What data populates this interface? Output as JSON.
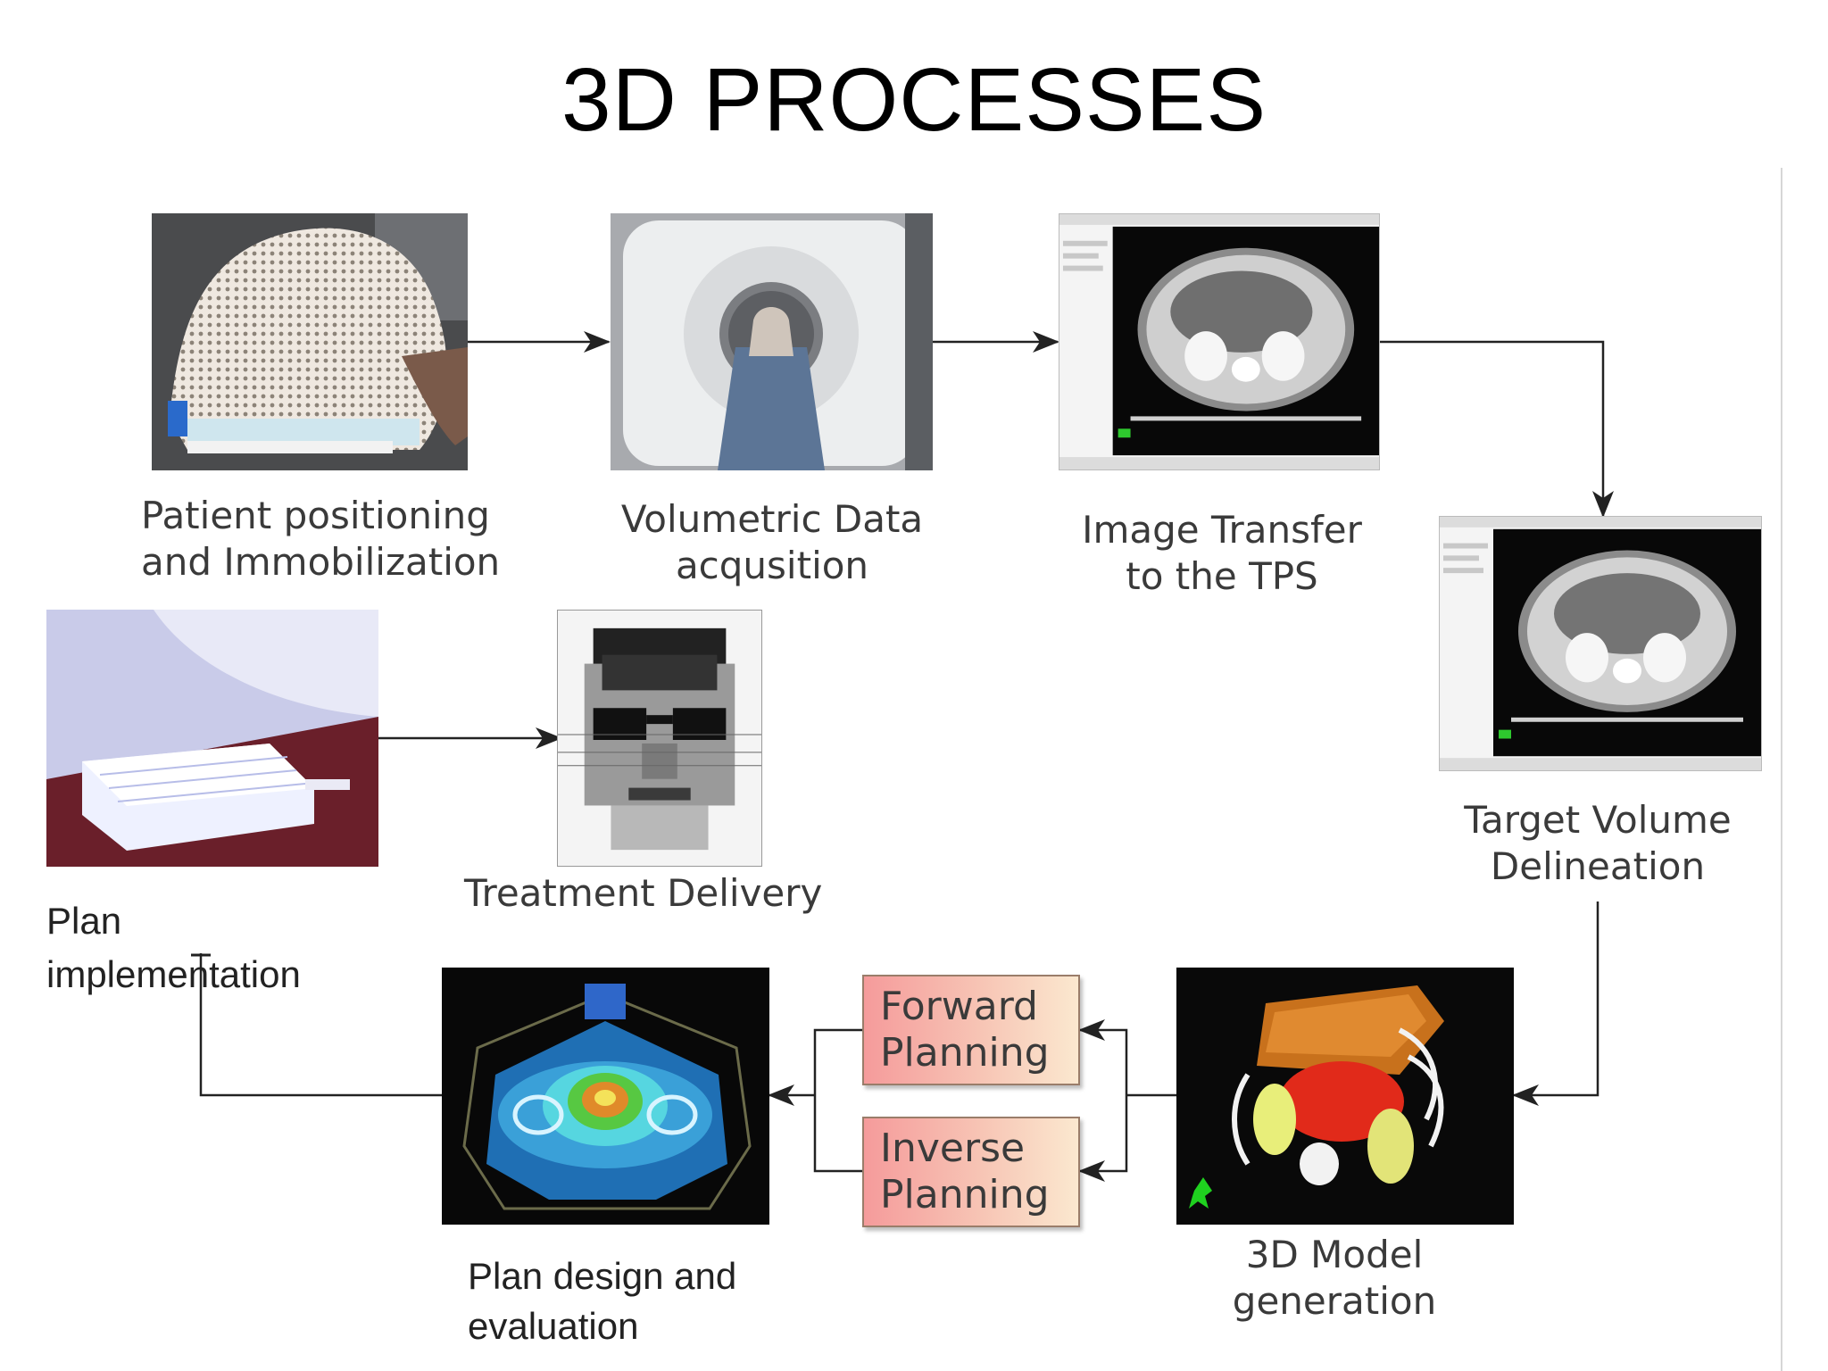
{
  "title": "3D PROCESSES",
  "steps": {
    "positioning": {
      "line1": "Patient positioning",
      "line2": "and Immobilization"
    },
    "acquisition": {
      "line1": "Volumetric Data",
      "line2": "acqusition"
    },
    "transfer": {
      "line1": "Image Transfer",
      "line2": "to the TPS"
    },
    "delineation": {
      "line1": "Target Volume",
      "line2": "Delineation"
    },
    "model": {
      "line1": "3D Model",
      "line2": "generation"
    },
    "forward": {
      "line1": "Forward",
      "line2": "Planning"
    },
    "inverse": {
      "line1": "Inverse",
      "line2": "Planning"
    },
    "design": {
      "line1": "Plan design and",
      "line2": "evaluation"
    },
    "implementation": {
      "line1": "Plan",
      "line2": "implementation"
    },
    "delivery": {
      "line1": "Treatment Delivery"
    }
  },
  "colors": {
    "arrow": "#222222",
    "planning_box": "#f59b9b",
    "label_text": "#3a3a3a"
  }
}
